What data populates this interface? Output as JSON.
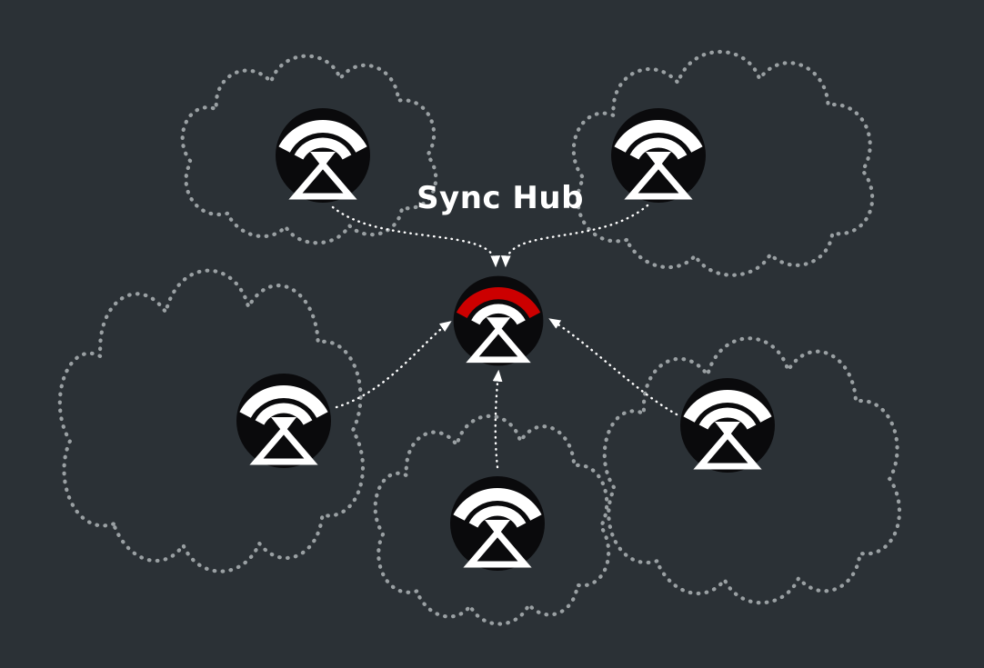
{
  "diagram": {
    "hub_label": "Sync Hub",
    "hub": {
      "id": "hub",
      "icon": "wifi-triangle-sync-icon",
      "accent_color": "#cc0000"
    },
    "nodes": [
      {
        "id": "node-top-left",
        "icon": "wifi-triangle-sync-icon",
        "enclosure": "dotted-cloud"
      },
      {
        "id": "node-top-right",
        "icon": "wifi-triangle-sync-icon",
        "enclosure": "dotted-cloud"
      },
      {
        "id": "node-mid-left",
        "icon": "wifi-triangle-sync-icon",
        "enclosure": "dotted-cloud"
      },
      {
        "id": "node-bottom",
        "icon": "wifi-triangle-sync-icon",
        "enclosure": "dotted-cloud"
      },
      {
        "id": "node-right",
        "icon": "wifi-triangle-sync-icon",
        "enclosure": "dotted-cloud"
      }
    ],
    "connections": [
      {
        "from": "node-top-left",
        "to": "hub",
        "style": "dotted-arrow"
      },
      {
        "from": "node-top-right",
        "to": "hub",
        "style": "dotted-arrow"
      },
      {
        "from": "node-mid-left",
        "to": "hub",
        "style": "dotted-arrow"
      },
      {
        "from": "node-bottom",
        "to": "hub",
        "style": "dotted-arrow"
      },
      {
        "from": "node-right",
        "to": "hub",
        "style": "dotted-arrow"
      }
    ],
    "colors": {
      "background": "#2b3136",
      "cloud_outline": "#9aa0a3",
      "arrow": "#ffffff",
      "node_fill": "#0a0a0c",
      "node_glyph": "#ffffff",
      "hub_accent": "#cc0000",
      "label_text": "#ffffff"
    }
  }
}
